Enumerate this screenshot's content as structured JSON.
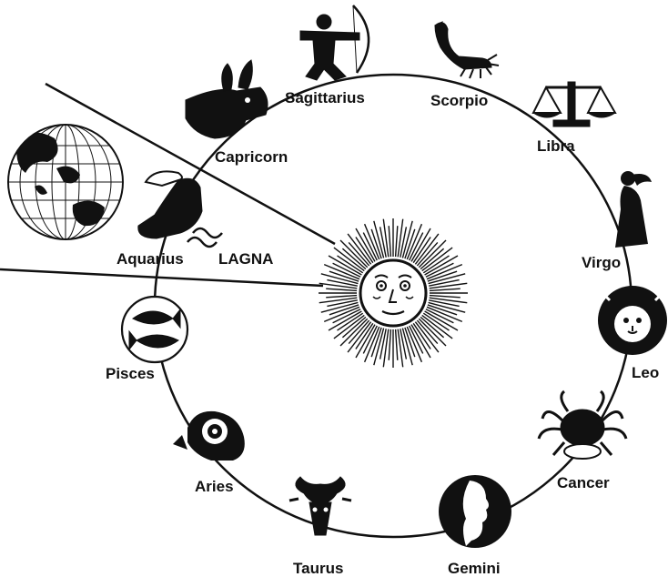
{
  "colors": {
    "ink": "#111111",
    "background": "#ffffff",
    "globe_fill": "#ffffff"
  },
  "zodiac": [
    {
      "sign": "Aries",
      "icon": "ram-icon"
    },
    {
      "sign": "Taurus",
      "icon": "bull-icon"
    },
    {
      "sign": "Gemini",
      "icon": "twins-profile-icon"
    },
    {
      "sign": "Cancer",
      "icon": "crab-icon"
    },
    {
      "sign": "Leo",
      "icon": "lion-icon"
    },
    {
      "sign": "Virgo",
      "icon": "maiden-icon"
    },
    {
      "sign": "Libra",
      "icon": "scales-icon"
    },
    {
      "sign": "Scorpio",
      "icon": "scorpion-icon"
    },
    {
      "sign": "Sagittarius",
      "icon": "archer-icon"
    },
    {
      "sign": "Capricorn",
      "icon": "goat-icon"
    },
    {
      "sign": "Aquarius",
      "icon": "water-bearer-icon"
    },
    {
      "sign": "Pisces",
      "icon": "fish-icon"
    }
  ],
  "lagna_label": "LAGNA",
  "center_icon": "sun-face-icon",
  "globe_icon": "globe-icon"
}
